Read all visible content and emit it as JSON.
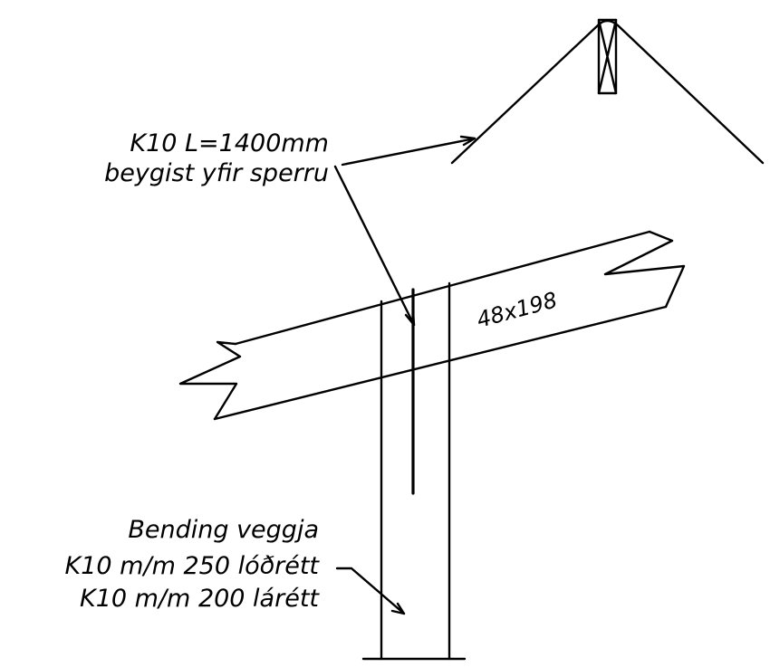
{
  "callouts": {
    "rebar": {
      "line1": "K10 L=1400mm",
      "line2": "beygist yfir sperru"
    },
    "beam": {
      "size": "48x198"
    },
    "wall": {
      "line1": "Bending veggja",
      "line2": "K10 m/m 250 lóðrétt",
      "line3": "K10 m/m 200 lárétt"
    }
  },
  "colors": {
    "line": "#000000",
    "background": "#ffffff"
  }
}
